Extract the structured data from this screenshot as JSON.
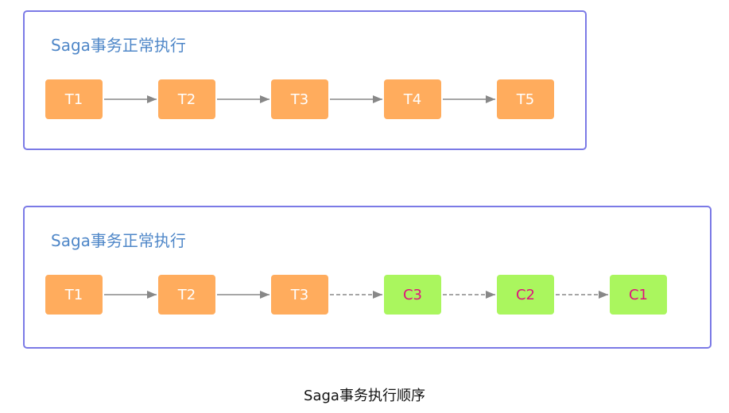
{
  "caption": "Saga事务执行顺序",
  "colors": {
    "panel_border": "#7b7ae6",
    "title_text": "#4f87c8",
    "transaction_fill": "#ffac5d",
    "transaction_text": "#ffffff",
    "compensation_fill": "#aaf65e",
    "compensation_text": "#e0127d",
    "arrow": "#888888"
  },
  "panels": [
    {
      "title": "Saga事务正常执行",
      "nodes": [
        {
          "label": "T1",
          "kind": "transaction"
        },
        {
          "label": "T2",
          "kind": "transaction"
        },
        {
          "label": "T3",
          "kind": "transaction"
        },
        {
          "label": "T4",
          "kind": "transaction"
        },
        {
          "label": "T5",
          "kind": "transaction"
        }
      ],
      "edges": [
        {
          "from": "T1",
          "to": "T2",
          "style": "solid"
        },
        {
          "from": "T2",
          "to": "T3",
          "style": "solid"
        },
        {
          "from": "T3",
          "to": "T4",
          "style": "solid"
        },
        {
          "from": "T4",
          "to": "T5",
          "style": "solid"
        }
      ]
    },
    {
      "title": "Saga事务正常执行",
      "nodes": [
        {
          "label": "T1",
          "kind": "transaction"
        },
        {
          "label": "T2",
          "kind": "transaction"
        },
        {
          "label": "T3",
          "kind": "transaction"
        },
        {
          "label": "C3",
          "kind": "compensation"
        },
        {
          "label": "C2",
          "kind": "compensation"
        },
        {
          "label": "C1",
          "kind": "compensation"
        }
      ],
      "edges": [
        {
          "from": "T1",
          "to": "T2",
          "style": "solid"
        },
        {
          "from": "T2",
          "to": "T3",
          "style": "solid"
        },
        {
          "from": "T3",
          "to": "C3",
          "style": "dashed"
        },
        {
          "from": "C3",
          "to": "C2",
          "style": "dashed"
        },
        {
          "from": "C2",
          "to": "C1",
          "style": "dashed"
        }
      ]
    }
  ]
}
